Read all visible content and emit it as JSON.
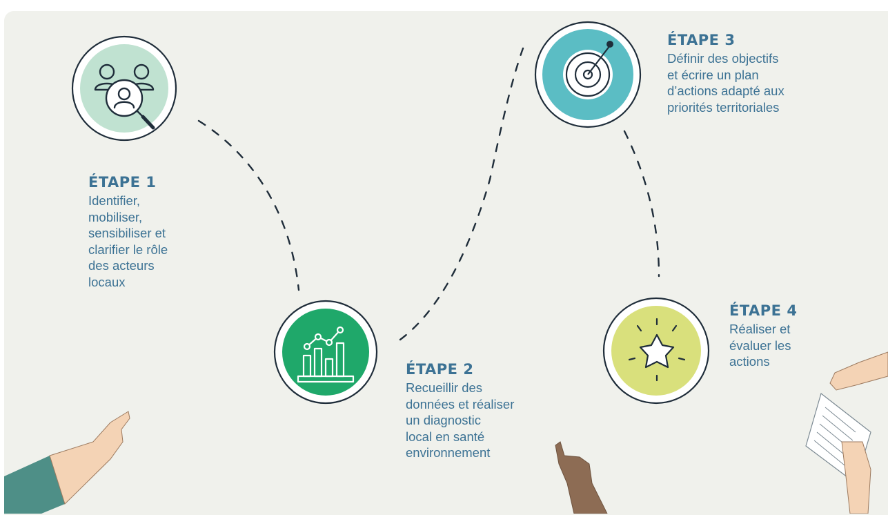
{
  "steps": [
    {
      "title": "ÉTAPE 1",
      "desc": "Identifier,\nmobiliser,\nsensibiliser et\nclarifier le rôle\ndes acteurs\nlocaux",
      "icon": "people-search-icon",
      "color": "#c0e2d1"
    },
    {
      "title": "ÉTAPE 2",
      "desc": "Recueillir des\ndonnées et réaliser\nun diagnostic\nlocal en santé\nenvironnement",
      "icon": "bar-chart-icon",
      "color": "#1fa86a"
    },
    {
      "title": "ÉTAPE 3",
      "desc": "Définir des objectifs\net écrire un plan\nd’actions adapté aux\npriorités territoriales",
      "icon": "target-icon",
      "color": "#5bbdc4"
    },
    {
      "title": "ÉTAPE 4",
      "desc": "Réaliser et\névaluer les\nactions",
      "icon": "star-icon",
      "color": "#d9e07c"
    }
  ]
}
